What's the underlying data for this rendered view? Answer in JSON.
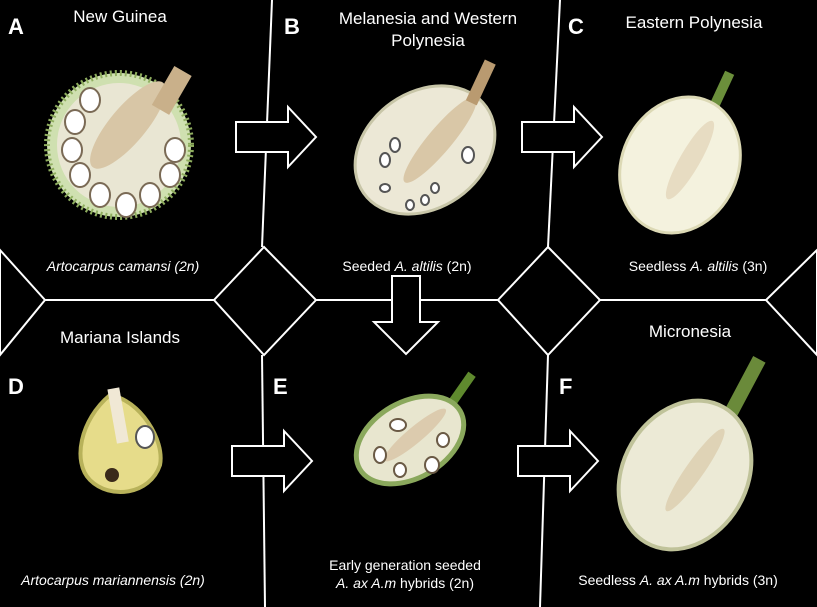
{
  "panels": {
    "A": {
      "letter": "A",
      "region": "New Guinea",
      "caption_italic": "Artocarpus camansi (2n)"
    },
    "B": {
      "letter": "B",
      "region_line1": "Melanesia and Western",
      "region_line2": "Polynesia",
      "caption_pre": "Seeded ",
      "caption_italic": "A. altilis",
      "caption_post": " (2n)"
    },
    "C": {
      "letter": "C",
      "region": "Eastern Polynesia",
      "caption_pre": "Seedless ",
      "caption_italic": "A. altilis",
      "caption_post": " (3n)"
    },
    "D": {
      "letter": "D",
      "region": "Mariana Islands",
      "caption_italic": "Artocarpus mariannensis (2n)"
    },
    "E": {
      "letter": "E",
      "caption_line1": "Early generation seeded",
      "caption_italic": "A. ax A.m",
      "caption_post": " hybrids (2n)"
    },
    "F": {
      "letter": "F",
      "region": "Micronesia",
      "caption_pre": "Seedless ",
      "caption_italic": "A. ax A.m",
      "caption_post": " hybrids (3n)"
    }
  },
  "colors": {
    "background": "#000000",
    "lines": "#ffffff",
    "arrow_fill": "#000000",
    "arrow_stroke": "#ffffff"
  }
}
